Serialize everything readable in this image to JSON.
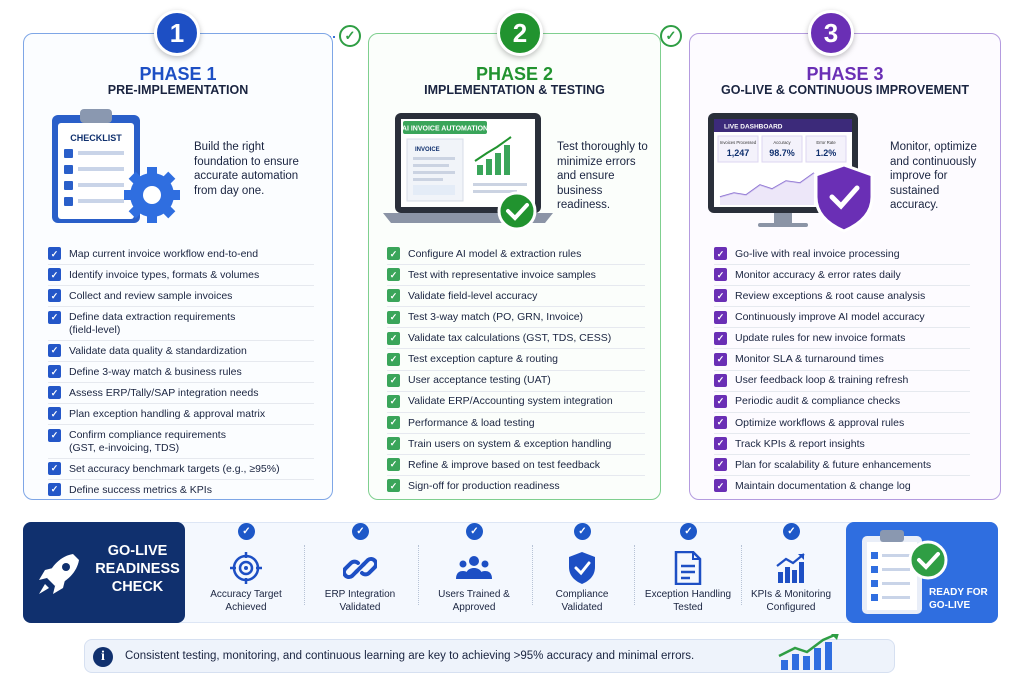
{
  "phases": [
    {
      "number": "1",
      "title": "PHASE 1",
      "subtitle": "PRE-IMPLEMENTATION",
      "description": "Build the right foundation to ensure accurate automation from day one.",
      "illustration_label": "CHECKLIST",
      "tasks": [
        "Map current invoice workflow end-to-end",
        "Identify invoice types, formats & volumes",
        "Collect and review sample invoices",
        "Define data extraction requirements (field-level)",
        "Validate data quality & standardization",
        "Define 3-way match & business rules",
        "Assess ERP/Tally/SAP integration needs",
        "Plan exception handling & approval matrix",
        "Confirm compliance requirements (GST, e-invoicing, TDS)",
        "Set accuracy benchmark targets (e.g., ≥95%)",
        "Define success metrics & KPIs"
      ]
    },
    {
      "number": "2",
      "title": "PHASE 2",
      "subtitle": "IMPLEMENTATION & TESTING",
      "description": "Test thoroughly to minimize errors and ensure business readiness.",
      "illustration_label": "AI INVOICE AUTOMATION",
      "illustration_doc": "INVOICE",
      "tasks": [
        "Configure AI model & extraction rules",
        "Test with representative invoice samples",
        "Validate field-level accuracy",
        "Test 3-way match (PO, GRN, Invoice)",
        "Validate tax calculations (GST, TDS, CESS)",
        "Test exception capture & routing",
        "User acceptance testing (UAT)",
        "Validate ERP/Accounting system integration",
        "Performance & load testing",
        "Train users on system & exception handling",
        "Refine & improve based on test feedback",
        "Sign-off for production readiness"
      ]
    },
    {
      "number": "3",
      "title": "PHASE 3",
      "subtitle": "GO-LIVE & CONTINUOUS IMPROVEMENT",
      "description": "Monitor, optimize and continuously improve for sustained accuracy.",
      "dashboard": {
        "title": "LIVE DASHBOARD",
        "metrics": [
          {
            "label": "Invoices Processed",
            "value": "1,247"
          },
          {
            "label": "Accuracy",
            "value": "98.7%"
          },
          {
            "label": "Error Rate",
            "value": "1.2%"
          }
        ]
      },
      "tasks": [
        "Go-live with real invoice processing",
        "Monitor accuracy & error rates daily",
        "Review exceptions & root cause analysis",
        "Continuously improve AI model accuracy",
        "Update rules for new invoice formats",
        "Monitor SLA & turnaround times",
        "User feedback loop & training refresh",
        "Periodic audit & compliance checks",
        "Optimize workflows & approval rules",
        "Track KPIs & report insights",
        "Plan for scalability & future enhancements",
        "Maintain documentation & change log"
      ]
    }
  ],
  "readiness": {
    "title": "GO-LIVE READINESS CHECK",
    "items": [
      {
        "label": "Accuracy Target Achieved",
        "icon": "target-icon"
      },
      {
        "label": "ERP Integration Validated",
        "icon": "link-icon"
      },
      {
        "label": "Users Trained & Approved",
        "icon": "users-icon"
      },
      {
        "label": "Compliance Validated",
        "icon": "shield-icon"
      },
      {
        "label": "Exception Handling Tested",
        "icon": "document-icon"
      },
      {
        "label": "KPIs & Monitoring Configured",
        "icon": "bar-chart-icon"
      }
    ],
    "ready_label": "READY FOR GO-LIVE"
  },
  "footer": {
    "info_text": "Consistent testing, monitoring, and continuous learning are key to achieving >95% accuracy and minimal errors."
  },
  "colors": {
    "phase1": "#1d4fc4",
    "phase2": "#21932f",
    "phase3": "#6a2fb5",
    "navy": "#10306e",
    "ready": "#2f6ee0"
  }
}
